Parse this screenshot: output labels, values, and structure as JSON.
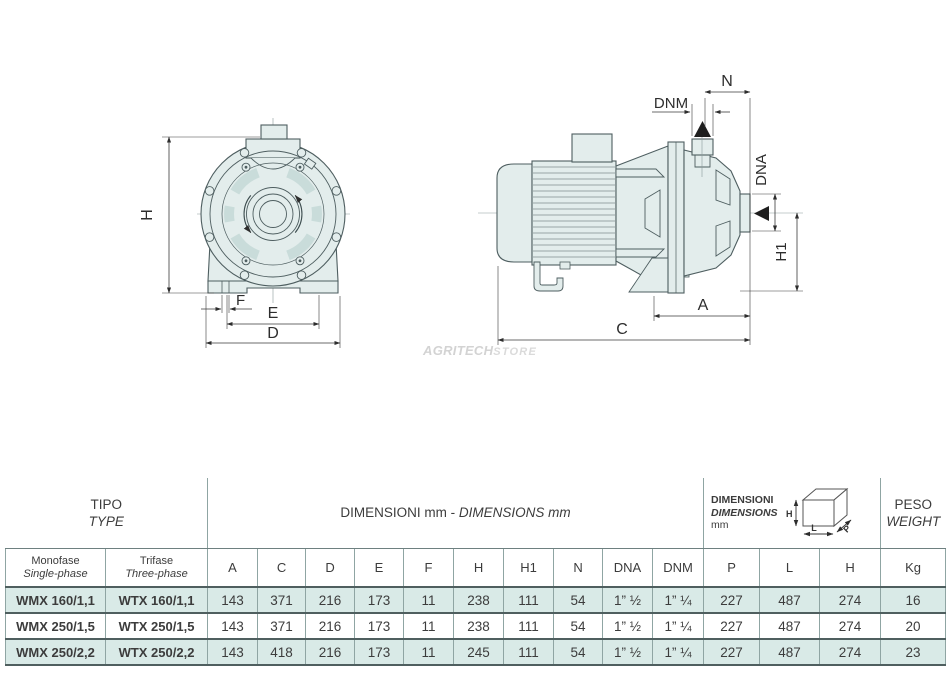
{
  "drawing": {
    "front": {
      "dim_h": "H",
      "dim_f": "F",
      "dim_e": "E",
      "dim_d": "D"
    },
    "side": {
      "dim_n": "N",
      "dim_dnm": "DNM",
      "dim_dna": "DNA",
      "dim_h1": "H1",
      "dim_a": "A",
      "dim_c": "C"
    },
    "watermark_1": "AGRITECH",
    "watermark_2": "STORE"
  },
  "table": {
    "header": {
      "tipo_it": "TIPO",
      "tipo_en": "TYPE",
      "dim_it": "DIMENSIONI mm - ",
      "dim_en": "DIMENSIONS mm",
      "box_it": "DIMENSIONI",
      "box_en": "DIMENSIONS",
      "box_unit": "mm",
      "cube": {
        "h": "H",
        "l": "L",
        "p": "P"
      },
      "peso_it": "PESO",
      "peso_en": "WEIGHT"
    },
    "subheader": {
      "mono_it": "Monofase",
      "mono_en": "Single-phase",
      "tri_it": "Trifase",
      "tri_en": "Three-phase",
      "dims": [
        "A",
        "C",
        "D",
        "E",
        "F",
        "H",
        "H1",
        "N",
        "DNA",
        "DNM"
      ],
      "box_dims": [
        "P",
        "L",
        "H"
      ],
      "weight_unit": "Kg"
    },
    "rows": [
      {
        "mono": "WMX 160/1,1",
        "tri": "WTX 160/1,1",
        "values": [
          "143",
          "371",
          "216",
          "173",
          "11",
          "238",
          "111",
          "54",
          "1” ½",
          "1” ¼",
          "227",
          "487",
          "274",
          "16"
        ]
      },
      {
        "mono": "WMX 250/1,5",
        "tri": "WTX 250/1,5",
        "values": [
          "143",
          "371",
          "216",
          "173",
          "11",
          "238",
          "111",
          "54",
          "1” ½",
          "1” ¼",
          "227",
          "487",
          "274",
          "20"
        ]
      },
      {
        "mono": "WMX 250/2,2",
        "tri": "WTX 250/2,2",
        "values": [
          "143",
          "418",
          "216",
          "173",
          "11",
          "245",
          "111",
          "54",
          "1” ½",
          "1” ¼",
          "227",
          "487",
          "274",
          "23"
        ]
      }
    ]
  }
}
